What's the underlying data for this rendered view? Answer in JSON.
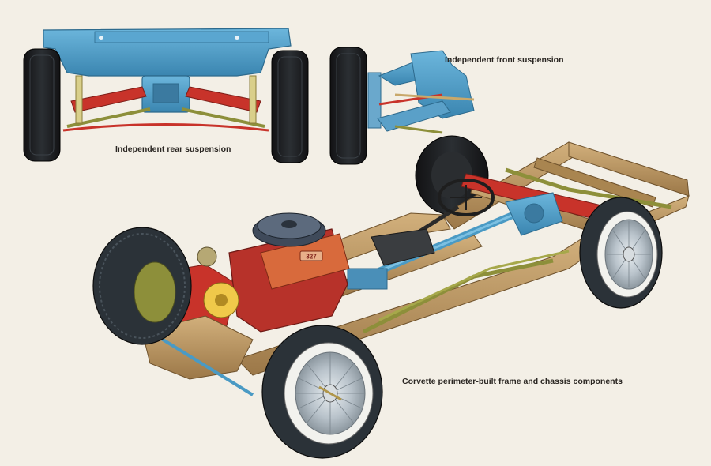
{
  "captions": {
    "rear": "Independent rear suspension",
    "front": "Independent front suspension",
    "main": "Corvette perimeter-built frame and chassis components"
  },
  "engine_badge": "327",
  "colors": {
    "background": "#f3efe6",
    "tire": "#1c1c1e",
    "tire_tread": "#3a4046",
    "blue_part": "#4a9ac4",
    "red_part": "#c8332a",
    "frame_tan": "#b58f5c",
    "olive_part": "#8d8f3a",
    "engine_red": "#b7322a",
    "whitewall": "#f2f2ee",
    "wire_wheel": "#b9c3cb"
  }
}
